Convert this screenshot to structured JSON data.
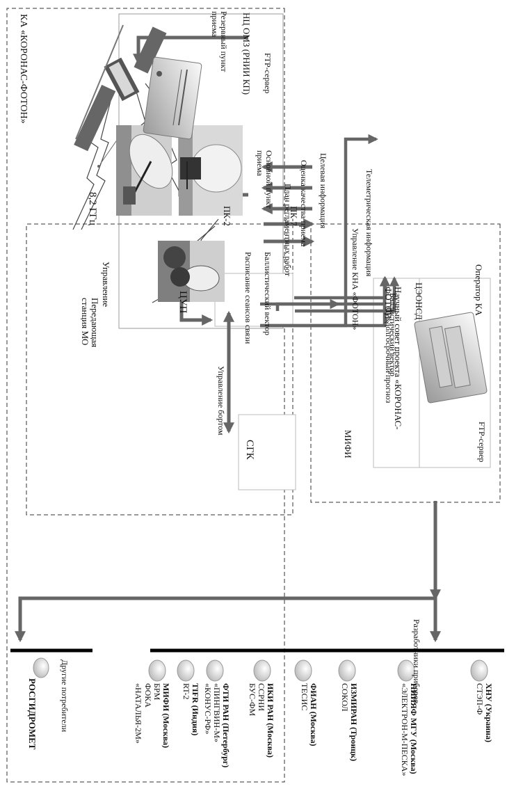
{
  "satellite": {
    "label": "КА «КОРОНАС-ФОТОН»"
  },
  "links": {
    "control": "Управление",
    "frequency": "8,2 ГГц"
  },
  "ground": {
    "center_label": "НЦ ОМЗ (РНИИ КП)",
    "pk2": "ПК-2",
    "pk7": "ПК-7",
    "reserve_line1": "Резервный пункт",
    "reserve_line2": "приема",
    "main_line1": "Основной пункт",
    "main_line2": "приема",
    "ftp": "FTP-сервер"
  },
  "mo": {
    "station_line1": "Передающая",
    "station_line2": "станция МО",
    "tsup": "ЦУП",
    "sgk": "СГК",
    "board_control": "Управление бортом"
  },
  "mifi": {
    "title": "МИФИ",
    "council_line1": "Научный совет проекта «КОРОНАС-",
    "council_line2": "ФОТОН»",
    "operator_line1": "ЦЭОНСД",
    "operator_line2": "Оператор КА",
    "ftp": "FTP-сервер"
  },
  "flows_tsup": {
    "telemetry": "Телеметрическая информация",
    "kna_control": "Управление КНА «ФОТОН»",
    "daily_forecast": "Сут.долгосрочный прогноз",
    "ballistic": "Баллистический вектор"
  },
  "flows_nc": {
    "schedule": "Расписание сеансов связи",
    "ballistic": "Баллистический вектор",
    "plan": "План регламентных работ",
    "quality": "Оценка качества приема",
    "target": "Целевая информация"
  },
  "consumers": {
    "roshydromet": "РОСГИДРОМЕТ",
    "others": "Другие потребители",
    "developers": "Разработчики приборов",
    "groups": [
      {
        "org": "МИФИ (Москва)",
        "items": [
          "БРМ",
          "ФОКА",
          "«НАТАЛЬЯ-2М»"
        ]
      },
      {
        "org": "TIFR (Индия)",
        "items": [
          "RT-2"
        ]
      },
      {
        "org": "ФТИ РАН (Петербург)",
        "items": [
          "«ПИНГВИН-М»",
          "«КОНУС-РФ»"
        ]
      },
      {
        "org": "ИКИ РАН (Москва)",
        "items": [
          "ССРНИ",
          "БУС-ФМ"
        ]
      },
      {
        "org": "ФИАН (Москва)",
        "items": [
          "ТЕСИС"
        ]
      },
      {
        "org": "ИЗМИРАН (Троицк)",
        "items": [
          "СОКОЛ"
        ]
      },
      {
        "org": "НИИЯФ МГУ (Москва)",
        "items": [
          "«ЭЛЕКТРОН-М-ПЕСКА»"
        ]
      },
      {
        "org": "ХНУ (Украина)",
        "items": [
          "СТЭП-Ф"
        ]
      }
    ]
  }
}
